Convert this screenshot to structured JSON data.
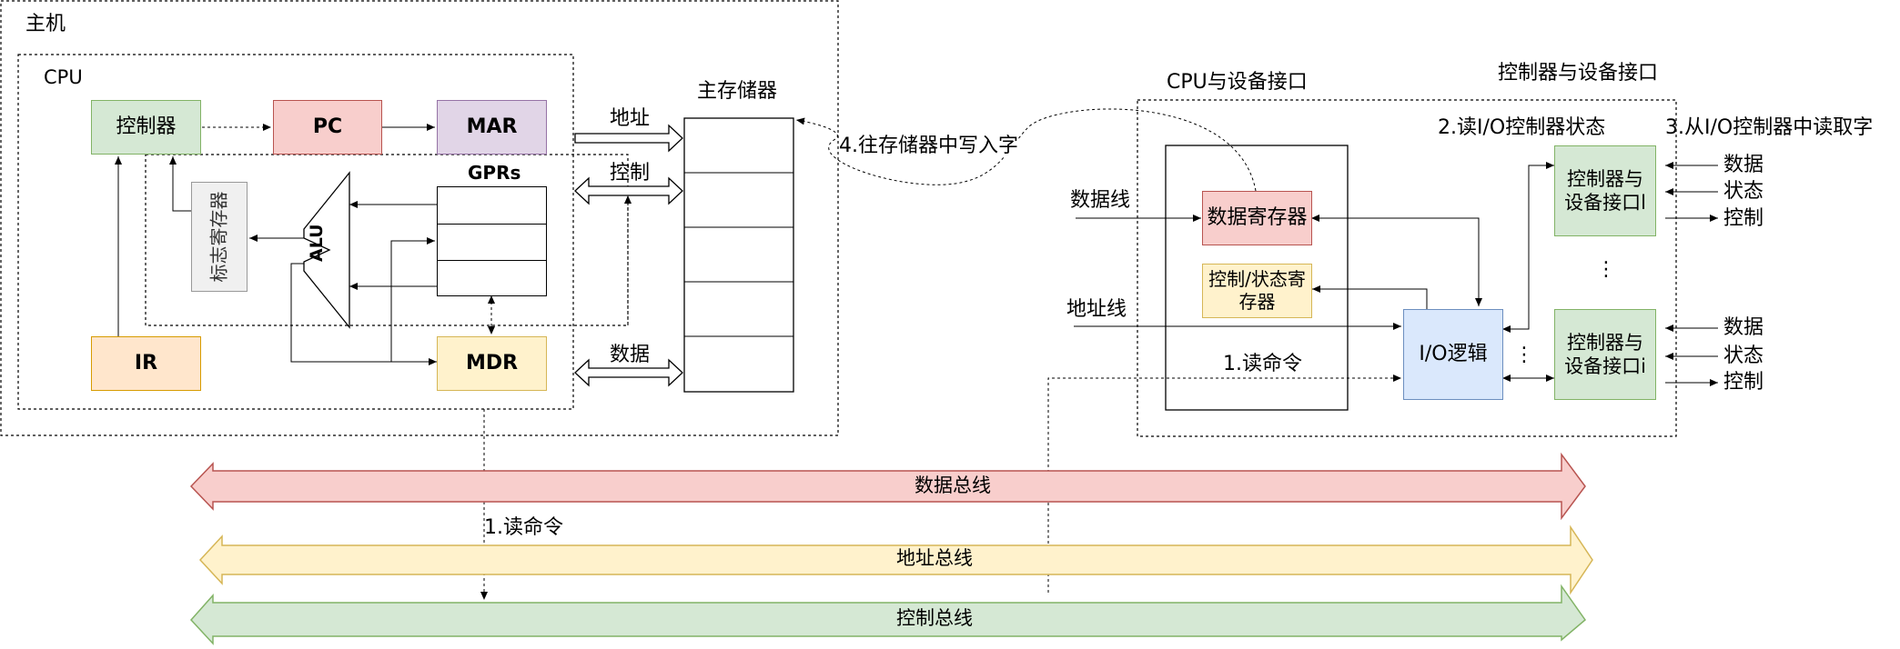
{
  "host": {
    "title": "主机",
    "cpu_title": "CPU"
  },
  "cpu": {
    "controller": "控制器",
    "pc": "PC",
    "mar": "MAR",
    "gprs": "GPRs",
    "alu": "ALU",
    "flags": "标志寄存器",
    "ir": "IR",
    "mdr": "MDR"
  },
  "memory": {
    "title": "主存储器",
    "addr": "地址",
    "ctrl": "控制",
    "data": "数据",
    "write_note": "4.往存储器中写入字"
  },
  "interface": {
    "cpu_side_title": "CPU与设备接口",
    "dev_side_title": "控制器与设备接口",
    "data_line": "数据线",
    "addr_line": "地址线",
    "data_reg": "数据寄存器",
    "ctrl_status_reg": "控制/状态寄存器",
    "io_logic": "I/O逻辑",
    "read_cmd": "1.读命令",
    "read_status": "2.读I/O控制器状态",
    "read_word": "3.从I/O控制器中读取字",
    "dev1": "控制器与设备接口l",
    "devi": "控制器与设备接口i",
    "dev_data": "数据",
    "dev_status": "状态",
    "dev_ctrl": "控制",
    "ellipsis": "⋮"
  },
  "buses": {
    "data_bus": "数据总线",
    "addr_bus": "地址总线",
    "ctrl_bus": "控制总线",
    "read_cmd": "1.读命令"
  },
  "colors": {
    "red": "#f8cecc",
    "green": "#d5e8d4",
    "purple": "#e1d5e7",
    "orange": "#ffe6cc",
    "yellow": "#fff2cc",
    "blue": "#dae8fc"
  }
}
